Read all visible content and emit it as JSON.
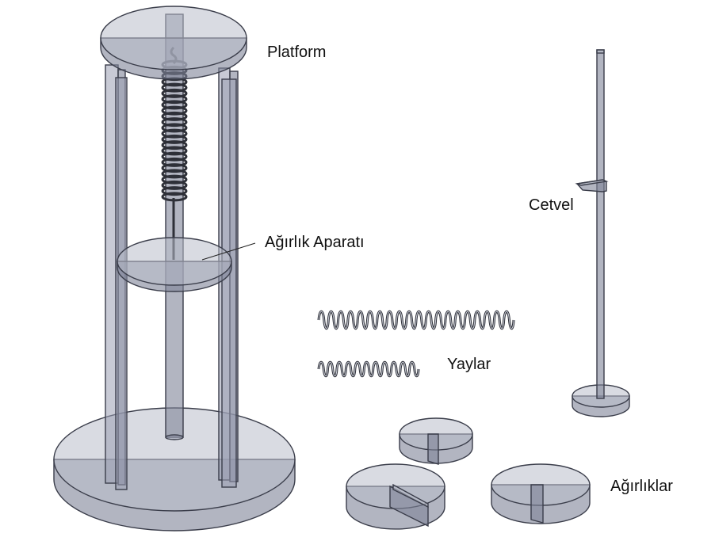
{
  "labels": {
    "platform": "Platform",
    "weight_apparatus": "Ağırlık Aparatı",
    "ruler": "Cetvel",
    "springs": "Yaylar",
    "weights": "Ağırlıklar"
  },
  "colors": {
    "body": "#9a9fb2",
    "edge": "#3a3d4a",
    "spring": "#2e3038"
  }
}
